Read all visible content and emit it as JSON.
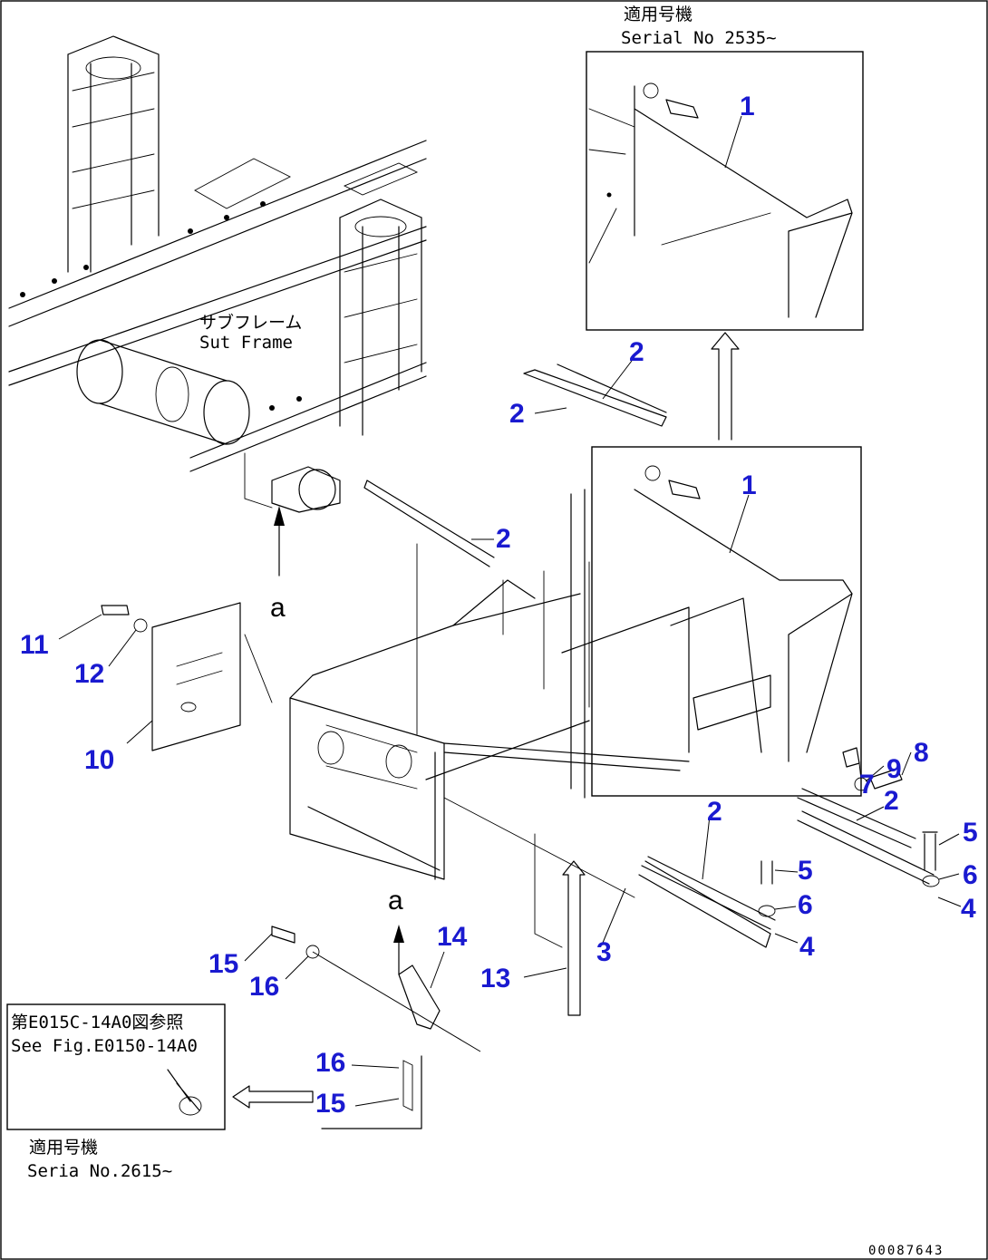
{
  "notes": {
    "top_serial_jp": "適用号機",
    "top_serial_en": "Serial No 2535~",
    "subframe_jp": "サブフレーム",
    "subframe_en": "Sut Frame",
    "ref_fig_jp": "第E015C-14A0図参照",
    "ref_fig_en": "See Fig.E0150-14A0",
    "bottom_serial_jp": "適用号機",
    "bottom_serial_en": "Seria No.2615~",
    "view_label": "a",
    "drawing_number": "00087643"
  },
  "callouts": {
    "c1_top": "1",
    "c1_mid": "1",
    "c2_a": "2",
    "c2_b": "2",
    "c2_c": "2",
    "c2_d": "2",
    "c2_e": "2",
    "c3": "3",
    "c4_a": "4",
    "c4_b": "4",
    "c5_a": "5",
    "c5_b": "5",
    "c6_a": "6",
    "c6_b": "6",
    "c7": "7",
    "c8": "8",
    "c9": "9",
    "c10": "10",
    "c11": "11",
    "c12": "12",
    "c13": "13",
    "c14": "14",
    "c15_a": "15",
    "c15_b": "15",
    "c16_a": "16",
    "c16_b": "16"
  },
  "colors": {
    "callout": "#1a1ad0",
    "line": "#000000",
    "background": "#ffffff"
  }
}
